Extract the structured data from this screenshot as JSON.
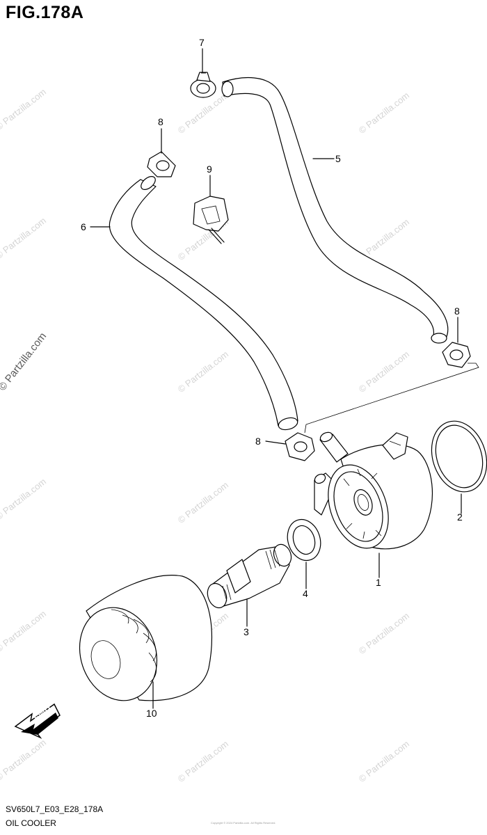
{
  "figure": {
    "title": "FIG.178A",
    "code": "SV650L7_E03_E28_178A",
    "name": "OIL COOLER",
    "fine_print": "Copyright © 2024 Partzilla.com. All Rights Reserved."
  },
  "watermark": {
    "text": "© Partzilla.com"
  },
  "fwd_badge": {
    "label": "FWD"
  },
  "callouts": [
    {
      "ref": "7",
      "part": "clamp"
    },
    {
      "ref": "8",
      "part": "clamp"
    },
    {
      "ref": "9",
      "part": "bracket"
    },
    {
      "ref": "6",
      "part": "hose"
    },
    {
      "ref": "5",
      "part": "hose"
    },
    {
      "ref": "8",
      "part": "clamp"
    },
    {
      "ref": "8",
      "part": "clamp"
    },
    {
      "ref": "2",
      "part": "o-ring"
    },
    {
      "ref": "1",
      "part": "oil cooler"
    },
    {
      "ref": "4",
      "part": "gasket"
    },
    {
      "ref": "3",
      "part": "union bolt"
    },
    {
      "ref": "10",
      "part": "oil filter"
    }
  ]
}
